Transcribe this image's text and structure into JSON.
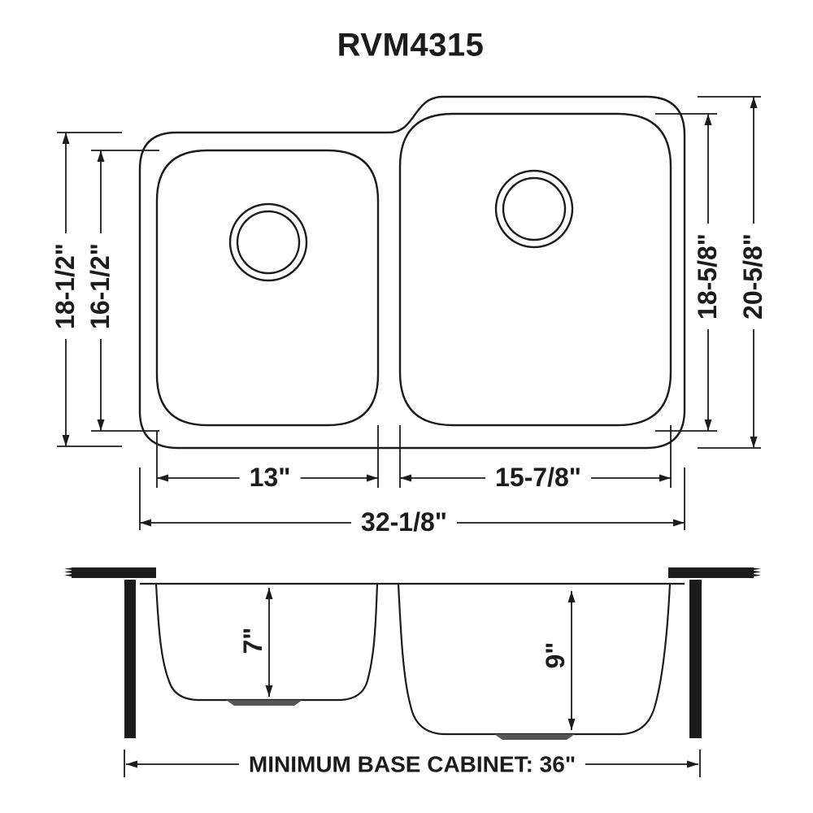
{
  "title": "RVM4315",
  "plan_view": {
    "dim_left_outer": "18-1/2\"",
    "dim_left_inner": "16-1/2\"",
    "dim_right_inner": "18-5/8\"",
    "dim_right_outer": "20-5/8\"",
    "dim_left_bowl_width": "13\"",
    "dim_right_bowl_width": "15-7/8\"",
    "dim_overall_width": "32-1/8\""
  },
  "section_view": {
    "dim_left_bowl_depth": "7\"",
    "dim_right_bowl_depth": "9\"",
    "dim_cabinet": "MINIMUM BASE CABINET: 36\""
  },
  "colors": {
    "line": "#1c1c1c",
    "drain_fill": "#555555",
    "background": "#ffffff"
  }
}
